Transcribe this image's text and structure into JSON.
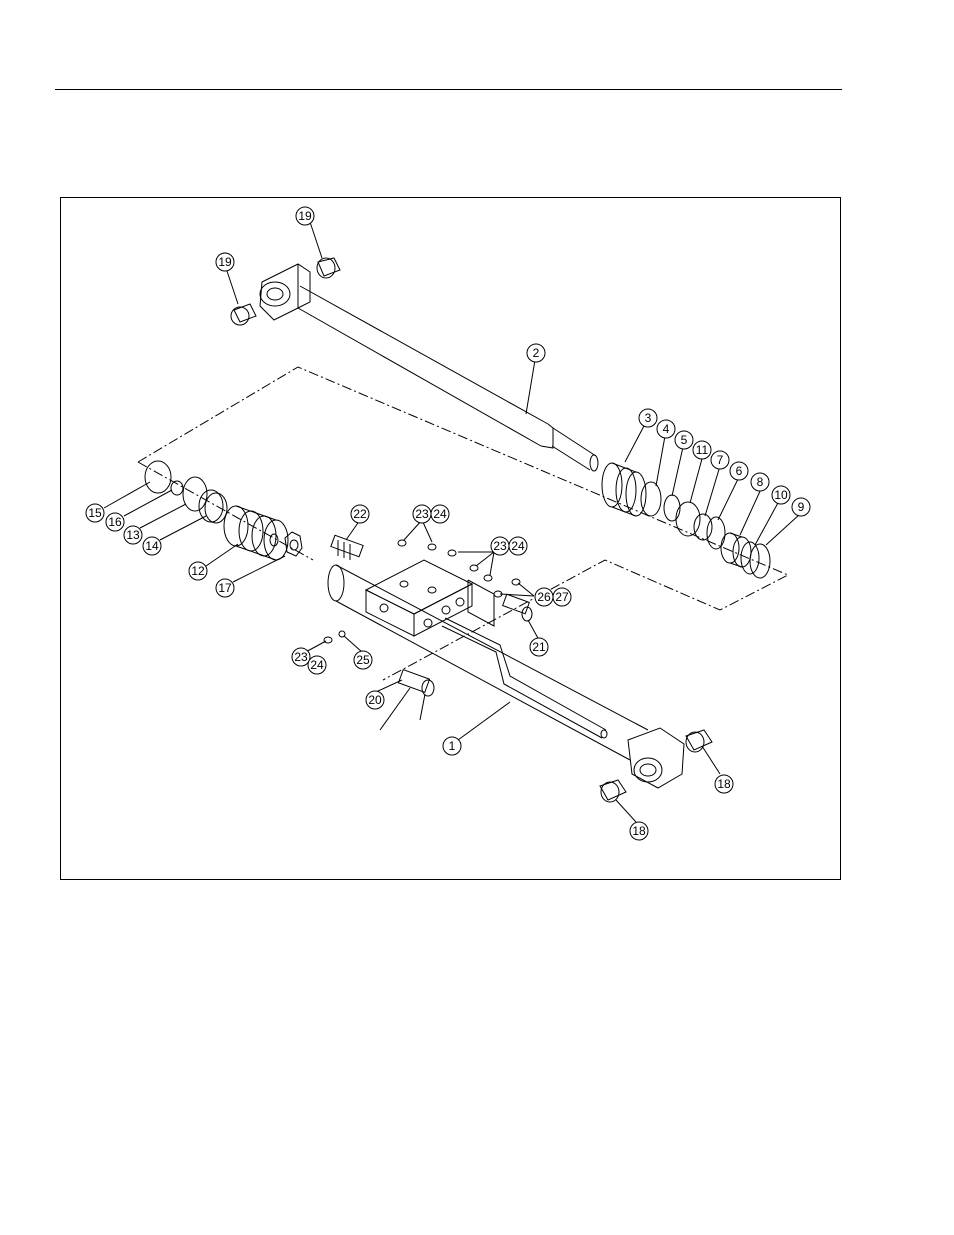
{
  "callouts": [
    {
      "id": "c19a",
      "label": "19"
    },
    {
      "id": "c19b",
      "label": "19"
    },
    {
      "id": "c2",
      "label": "2"
    },
    {
      "id": "c3",
      "label": "3"
    },
    {
      "id": "c4",
      "label": "4"
    },
    {
      "id": "c5",
      "label": "5"
    },
    {
      "id": "c11",
      "label": "11"
    },
    {
      "id": "c7",
      "label": "7"
    },
    {
      "id": "c6",
      "label": "6"
    },
    {
      "id": "c8",
      "label": "8"
    },
    {
      "id": "c10",
      "label": "10"
    },
    {
      "id": "c9",
      "label": "9"
    },
    {
      "id": "c15",
      "label": "15"
    },
    {
      "id": "c16",
      "label": "16"
    },
    {
      "id": "c13",
      "label": "13"
    },
    {
      "id": "c14",
      "label": "14"
    },
    {
      "id": "c12",
      "label": "12"
    },
    {
      "id": "c17",
      "label": "17"
    },
    {
      "id": "c22",
      "label": "22"
    },
    {
      "id": "c23a",
      "label": "23"
    },
    {
      "id": "c24a",
      "label": "24"
    },
    {
      "id": "c23b",
      "label": "23"
    },
    {
      "id": "c24b",
      "label": "24"
    },
    {
      "id": "c26",
      "label": "26"
    },
    {
      "id": "c27",
      "label": "27"
    },
    {
      "id": "c21",
      "label": "21"
    },
    {
      "id": "c23c",
      "label": "23"
    },
    {
      "id": "c24c",
      "label": "24"
    },
    {
      "id": "c25",
      "label": "25"
    },
    {
      "id": "c20",
      "label": "20"
    },
    {
      "id": "c1",
      "label": "1"
    },
    {
      "id": "c18a",
      "label": "18"
    },
    {
      "id": "c18b",
      "label": "18"
    }
  ]
}
